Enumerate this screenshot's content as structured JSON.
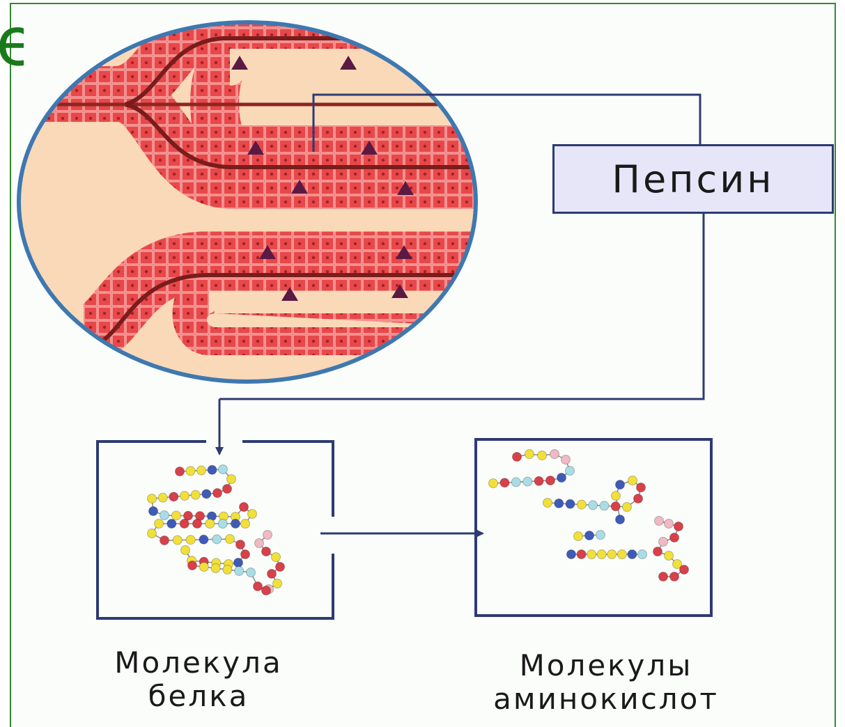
{
  "enzyme": {
    "label": "Пепсин"
  },
  "labels": {
    "protein_line1": "Молекула",
    "protein_line2": "белка",
    "amino_line1": "Молекулы",
    "amino_line2": "аминокислот"
  },
  "colors": {
    "frame": "#2e8b2e",
    "connector": "#2d3a73",
    "tissue": "#e8484a",
    "duct": "#7a1c1c",
    "lumen": "#f9d9b8",
    "bead_red": "#d8404a",
    "bead_yellow": "#f2e03a",
    "bead_blue": "#3f5bb8",
    "bead_cyan": "#a9dde6",
    "bead_pink": "#f0b9c4"
  }
}
